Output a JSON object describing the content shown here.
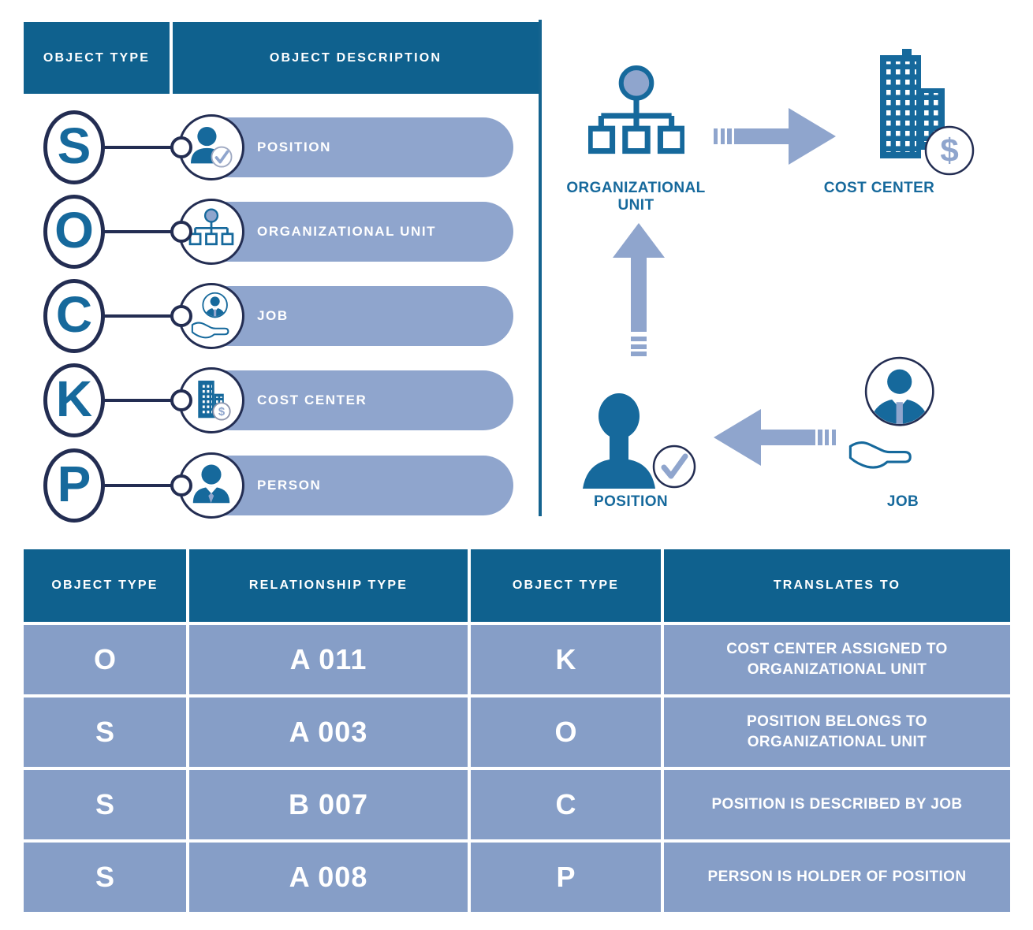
{
  "colors": {
    "header_blue": "#0F618E",
    "icon_blue": "#16699C",
    "navy": "#232D52",
    "periwinkle": "#8FA5CD",
    "table_row_blue": "#869EC7"
  },
  "left_table": {
    "headers": [
      "OBJECT TYPE",
      "OBJECT DESCRIPTION"
    ],
    "rows": [
      {
        "letter": "S",
        "label": "POSITION",
        "icon": "position-check-icon"
      },
      {
        "letter": "O",
        "label": "ORGANIZATIONAL UNIT",
        "icon": "org-chart-icon"
      },
      {
        "letter": "C",
        "label": "JOB",
        "icon": "hand-person-icon"
      },
      {
        "letter": "K",
        "label": "COST CENTER",
        "icon": "building-dollar-icon"
      },
      {
        "letter": "P",
        "label": "PERSON",
        "icon": "person-icon"
      }
    ]
  },
  "diagram": {
    "org_unit_label": "ORGANIZATIONAL UNIT",
    "cost_center_label": "COST CENTER",
    "position_label": "POSITION",
    "job_label": "JOB"
  },
  "relationship_table": {
    "headers": [
      "OBJECT TYPE",
      "RELATIONSHIP TYPE",
      "OBJECT TYPE",
      "TRANSLATES TO"
    ],
    "rows": [
      {
        "object_type": "O",
        "relationship_type": "A 011",
        "related_object_type": "K",
        "translates_to": "COST CENTER ASSIGNED TO ORGANIZATIONAL UNIT"
      },
      {
        "object_type": "S",
        "relationship_type": "A 003",
        "related_object_type": "O",
        "translates_to": "POSITION BELONGS TO ORGANIZATIONAL UNIT"
      },
      {
        "object_type": "S",
        "relationship_type": "B 007",
        "related_object_type": "C",
        "translates_to": "POSITION IS DESCRIBED BY JOB"
      },
      {
        "object_type": "S",
        "relationship_type": "A 008",
        "related_object_type": "P",
        "translates_to": "PERSON IS HOLDER OF POSITION"
      }
    ]
  }
}
